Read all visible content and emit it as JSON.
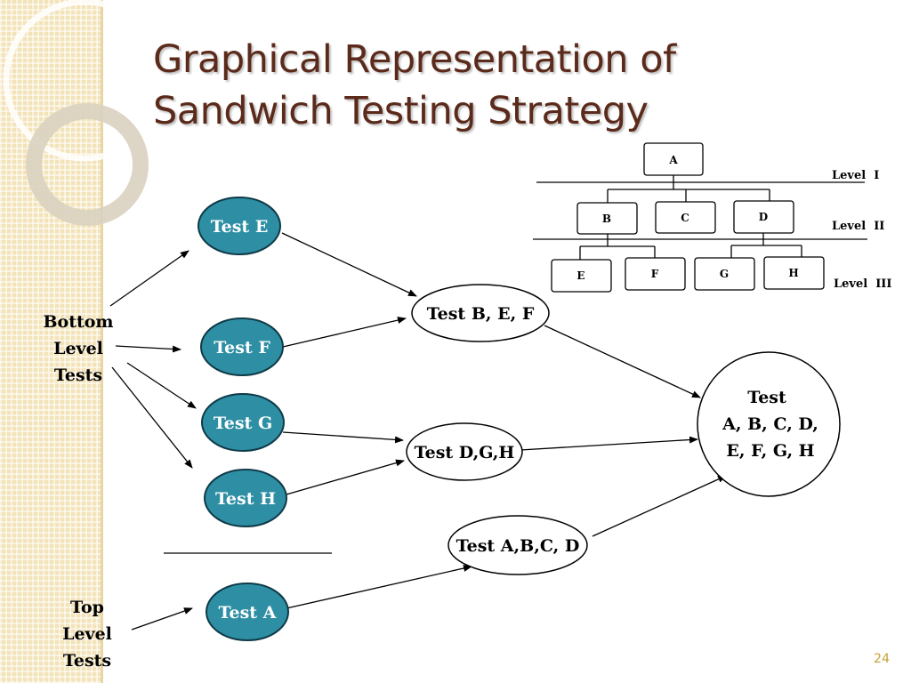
{
  "slide": {
    "title_line1": "Graphical Representation of",
    "title_line2": "Sandwich Testing Strategy",
    "page_number": "24"
  },
  "hierarchy": {
    "levels": [
      "Level  I",
      "Level  II",
      "Level  III"
    ],
    "modules": [
      "A",
      "B",
      "C",
      "D",
      "E",
      "F",
      "G",
      "H"
    ]
  },
  "groups": {
    "bottom": [
      "Bottom",
      "Level",
      "Tests"
    ],
    "top": [
      "Top",
      "Level",
      "Tests"
    ]
  },
  "tests": {
    "test_e": "Test E",
    "test_f": "Test F",
    "test_g": "Test G",
    "test_h": "Test H",
    "test_a": "Test A",
    "test_bef": "Test B, E, F",
    "test_dgh": "Test D,G,H",
    "test_abcd": "Test A,B,C, D",
    "final_line1": "Test",
    "final_line2": "A, B, C, D,",
    "final_line3": "E, F, G, H"
  },
  "colors": {
    "title": "#5b2a1a",
    "teal_node": "#2e8fa4",
    "page_number": "#c8a038"
  }
}
